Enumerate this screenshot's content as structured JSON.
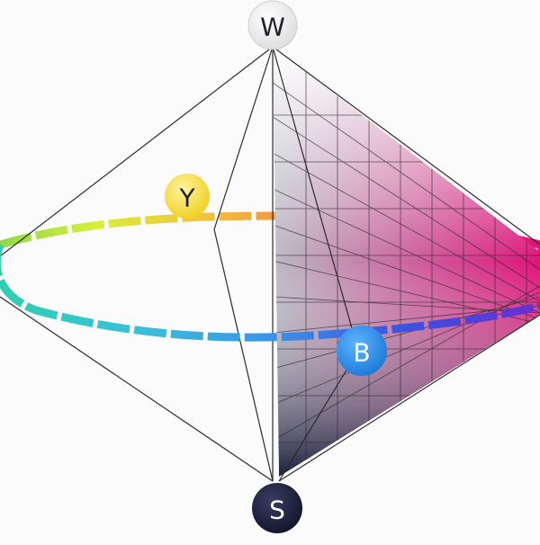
{
  "nodes": {
    "white": {
      "label": "W",
      "fill": "#f2f2f2",
      "text_color": "#1f1f2e"
    },
    "yellow": {
      "label": "Y",
      "fill": "#f6dc3a",
      "text_color": "#1f1f2e"
    },
    "blue": {
      "label": "B",
      "fill": "#1f8fe8",
      "text_color": "#ffffff"
    },
    "black": {
      "label": "S",
      "fill": "#1d1f3f",
      "text_color": "#ffffff"
    }
  },
  "colors": {
    "edge": "#2b2b2b",
    "triangle_top": "#ffffff",
    "triangle_right": "#e0127a",
    "triangle_bottom": "#1b1f3c"
  }
}
